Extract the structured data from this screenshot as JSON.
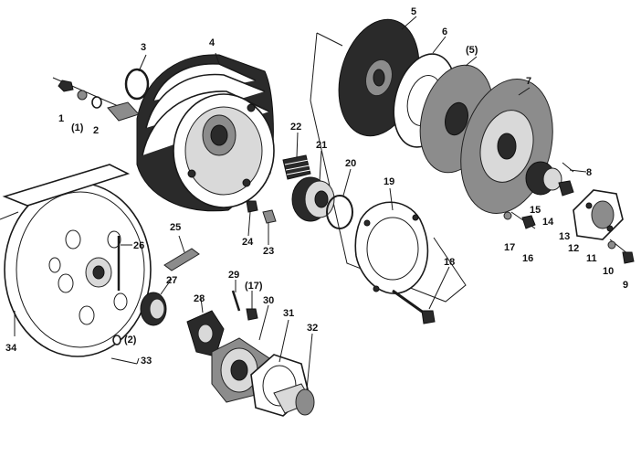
{
  "labels": {
    "l1": "1",
    "l1p": "(1)",
    "l2": "2",
    "l3": "3",
    "l4": "4",
    "l5": "5",
    "l5p": "(5)",
    "l6": "6",
    "l7": "7",
    "l8": "8",
    "l9": "9",
    "l10": "10",
    "l11": "11",
    "l12": "12",
    "l13": "13",
    "l14": "14",
    "l15": "15",
    "l16": "16",
    "l17": "17",
    "l17p": "(17)",
    "l18": "18",
    "l19": "19",
    "l20": "20",
    "l21": "21",
    "l22": "22",
    "l23": "23",
    "l24": "24",
    "l25": "25",
    "l26": "26",
    "l27": "27",
    "l28": "28",
    "l29": "29",
    "l30": "30",
    "l31": "31",
    "l32": "32",
    "l33": "33",
    "l34": "34",
    "l2p": "(2)"
  }
}
